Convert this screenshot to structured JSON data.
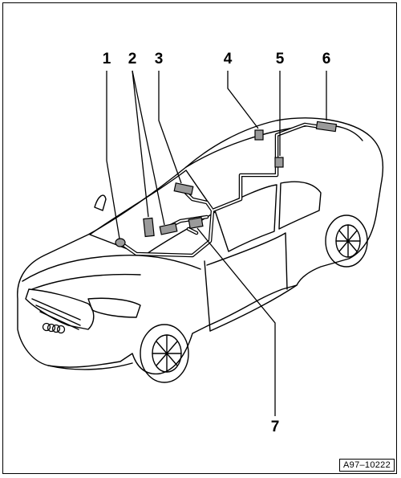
{
  "callouts": {
    "c1": "1",
    "c2": "2",
    "c3": "3",
    "c4": "4",
    "c5": "5",
    "c6": "6",
    "c7": "7"
  },
  "figure_ref": "A97–10222",
  "logo_text": "Audi rings",
  "colors": {
    "line": "#000000",
    "component": "#9a9a9a",
    "background": "#ffffff"
  }
}
